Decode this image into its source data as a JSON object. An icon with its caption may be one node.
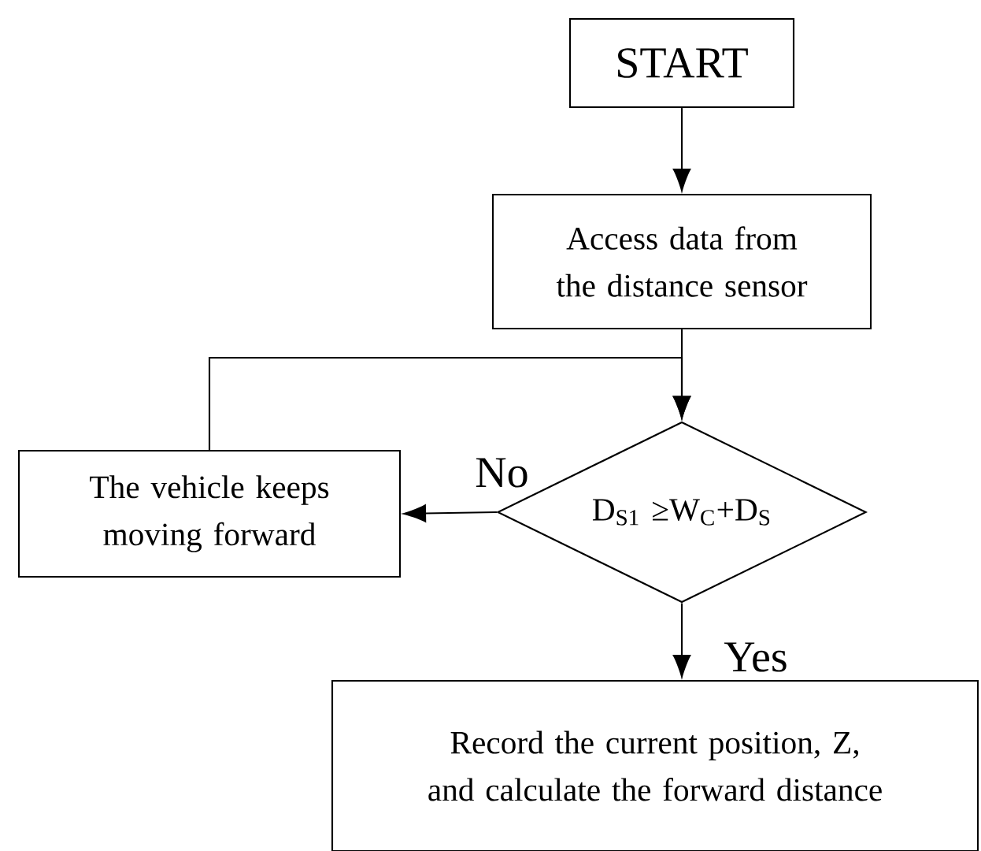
{
  "diagram": {
    "nodes": [
      {
        "text": [
          "START"
        ]
      },
      {
        "text": [
          "Access data from the distance sensor"
        ]
      },
      {
        "text": [
          "D$_{S1}$ ≥W$_{C}$+D$_{S}$"
        ]
      },
      {
        "text": [
          "The vehicle keeps moving forward"
        ]
      },
      {
        "text": [
          "Record the current position, Z, and calculate the forward distance"
        ]
      }
    ],
    "edges": [
      {
        "from": 0,
        "to": 1,
        "arrow": "to"
      },
      {
        "from": 1,
        "to": 2,
        "arrow": "to"
      },
      {
        "from": 2,
        "to": 3,
        "arrow": "to",
        "label": "No"
      },
      {
        "from": 3,
        "to": 2,
        "arrow": "to"
      },
      {
        "from": 2,
        "to": 4,
        "arrow": "to",
        "label": "Yes"
      }
    ]
  }
}
